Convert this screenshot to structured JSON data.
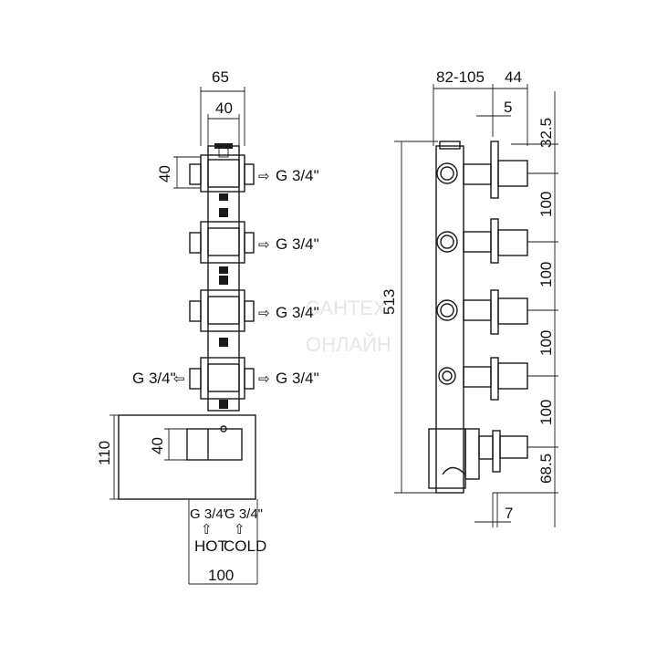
{
  "front_view": {
    "dim_width_total": "65",
    "dim_width_body": "40",
    "dim_height_module": "40",
    "outlets": [
      "G 3/4\"",
      "G 3/4\"",
      "G 3/4\"",
      "G 3/4\""
    ],
    "side_outlet": "G 3/4\"",
    "dim_plate_height": "110",
    "dim_plate_knob": "40",
    "dim_plate_width": "100",
    "inlet_hot_thread": "G 3/4\"",
    "inlet_cold_thread": "G 3/4\"",
    "inlet_hot_label": "HOT",
    "inlet_cold_label": "COLD",
    "arrow_glyph": "⇨",
    "arrow_left_glyph": "⇦",
    "arrow_up_glyph": "⇧"
  },
  "side_view": {
    "dim_depth_range": "82-105",
    "dim_depth_handle": "44",
    "dim_plate_thickness": "5",
    "dim_top_offset": "32.5",
    "dim_total_height": "513",
    "dim_spacing": [
      "100",
      "100",
      "100",
      "100"
    ],
    "dim_bottom_offset": "68.5",
    "dim_bottom_small": "7"
  },
  "watermark": {
    "line1": "САНТЕХ",
    "line2": "ОНЛАЙН"
  }
}
